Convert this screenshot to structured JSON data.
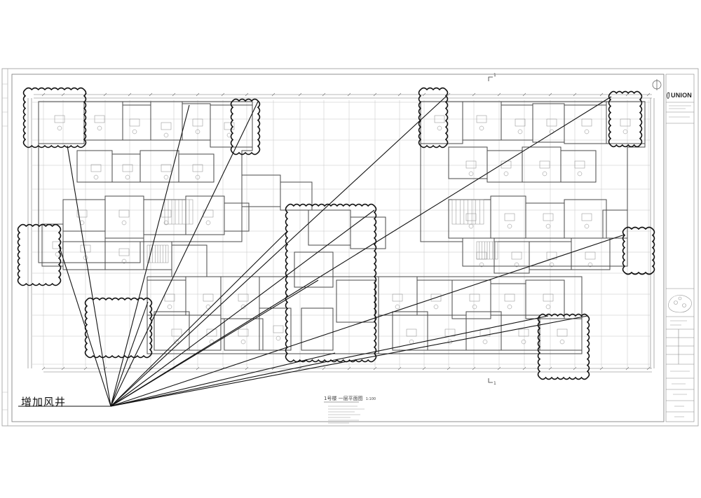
{
  "annotation": {
    "label": "增加风井"
  },
  "plan": {
    "title": "1号楼 一层平面图",
    "scale": "1:100"
  },
  "title_block": {
    "logo_text": "UNION"
  },
  "section_marks": {
    "top": "1",
    "bottom": "1"
  },
  "colors": {
    "line": "#555555",
    "grid": "#b8b8b8",
    "cloud": "#111111",
    "leader": "#111111"
  }
}
